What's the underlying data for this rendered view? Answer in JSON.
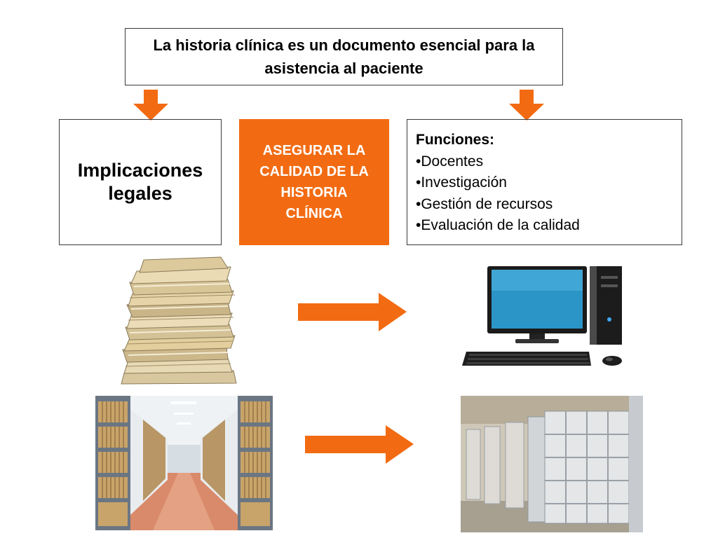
{
  "title": "La historia clínica es un documento esencial para la asistencia al paciente",
  "left_box": {
    "text": "Implicaciones legales"
  },
  "center_box": {
    "text": "ASEGURAR LA CALIDAD DE LA HISTORIA CLÍNICA"
  },
  "right_box": {
    "heading": "Funciones:",
    "items": [
      "•Docentes",
      "•Investigación",
      "•Gestión de recursos",
      "•Evaluación de la calidad"
    ]
  },
  "colors": {
    "accent": "#f26b12",
    "border": "#3a3a3a",
    "text": "#000000"
  },
  "images": [
    "paper-stack-image",
    "computer-image",
    "paper-archive-room-image",
    "empty-archive-room-image"
  ]
}
